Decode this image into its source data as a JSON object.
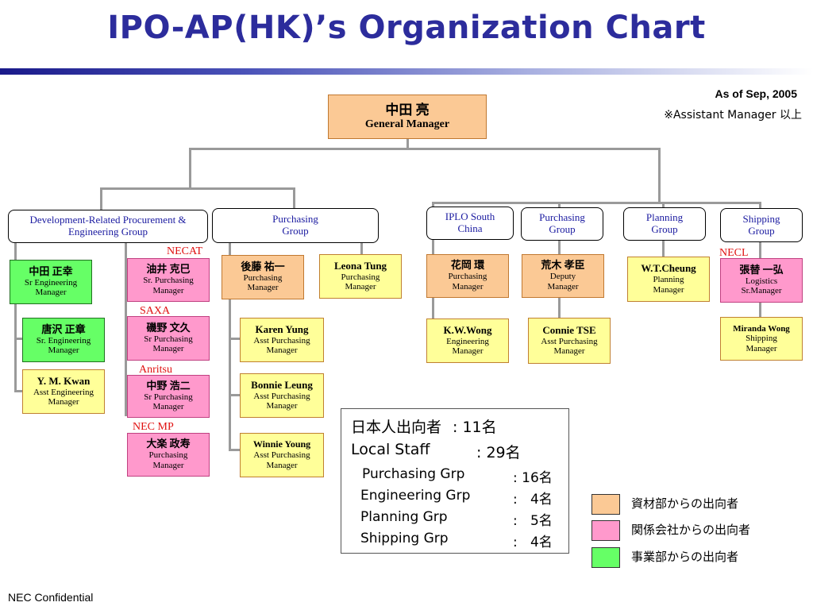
{
  "title": "IPO-AP(HK)’s Organization Chart",
  "as_of": "As of Sep, 2005",
  "assistant_note": "※Assistant Manager 以上",
  "gm": {
    "name": "中田  亮",
    "role": "General Manager"
  },
  "groups": {
    "dev": "Development-Related Procurement & Engineering Group",
    "purch1": "Purchasing Group",
    "iplo": "IPLO South China",
    "purch2": "Purchasing Group",
    "planning": "Planning Group",
    "shipping": "Shipping Group"
  },
  "tags": {
    "necat": "NECAT",
    "saxa": "SAXA",
    "anritsu": "Anritsu",
    "necmp": "NEC MP",
    "necl": "NECL"
  },
  "people": {
    "nakata_m": {
      "name": "中田 正幸",
      "role": "Sr Engineering Manager"
    },
    "karasawa": {
      "name": "唐沢 正章",
      "role": "Sr. Engineering Manager"
    },
    "kwan": {
      "name": "Y. M. Kwan",
      "role": "Asst Engineering Manager"
    },
    "yui": {
      "name": "油井 克巳",
      "role": "Sr. Purchasing Manager"
    },
    "isono": {
      "name": "磯野  文久",
      "role": "Sr Purchasing Manager"
    },
    "nakano": {
      "name": "中野 浩二",
      "role": "Sr Purchasing Manager"
    },
    "daraku": {
      "name": "大楽  政寿",
      "role": "Purchasing Manager"
    },
    "goto": {
      "name": "後藤 祐一",
      "role": "Purchasing Manager"
    },
    "leona": {
      "name": "Leona Tung",
      "role": "Purchasing Manager"
    },
    "karen": {
      "name": "Karen Yung",
      "role": "Asst Purchasing Manager"
    },
    "bonnie": {
      "name": "Bonnie Leung",
      "role": "Asst Purchasing Manager"
    },
    "winnie": {
      "name": "Winnie Young",
      "role": "Asst Purchasing Manager"
    },
    "hanaoka": {
      "name": "花岡  環",
      "role": "Purchasing Manager"
    },
    "kwwong": {
      "name": "K.W.Wong",
      "role": "Engineering Manager"
    },
    "araki": {
      "name": "荒木 孝臣",
      "role": "Deputy Manager"
    },
    "connie": {
      "name": "Connie TSE",
      "role": "Asst Purchasing Manager"
    },
    "cheung": {
      "name": "W.T.Cheung",
      "role": "Planning Manager"
    },
    "chokae": {
      "name": "張替 一弘",
      "role": "Logistics Sr.Manager"
    },
    "miranda": {
      "name": "Miranda Wong",
      "role": "Shipping Manager"
    }
  },
  "stats": {
    "japanese_label": "日本人出向者",
    "japanese_count": ": 11名",
    "local_label": "Local Staff",
    "local_count": ": 29名",
    "rows": [
      {
        "label": "Purchasing Grp",
        "count": ": 16名"
      },
      {
        "label": "Engineering Grp",
        "count": ":   4名"
      },
      {
        "label": "Planning Grp",
        "count": ":   5名"
      },
      {
        "label": "Shipping Grp",
        "count": ":   4名"
      }
    ]
  },
  "legend": [
    {
      "label": "資材部からの出向者",
      "color": "#fbc995"
    },
    {
      "label": "関係会社からの出向者",
      "color": "#ff99cc"
    },
    {
      "label": "事業部からの出向者",
      "color": "#66ff66"
    }
  ],
  "footer": "NEC Confidential",
  "colors": {
    "title": "#2c2c9c",
    "orange": "#fbc995",
    "pink": "#ff99cc",
    "green": "#66ff66",
    "yellow": "#ffff99",
    "tag": "#e01010",
    "group_text": "#1a1aa0"
  }
}
